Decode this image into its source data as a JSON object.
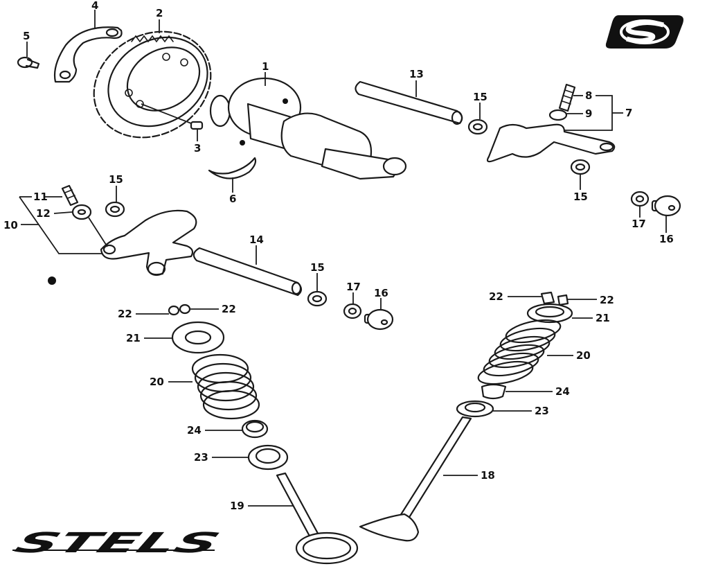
{
  "diagram": {
    "title": "Camshaft, rocker arms and valves exploded view",
    "logo_letter": "S",
    "brand_name": "STELS",
    "colors": {
      "ink": "#1a1a1a",
      "background": "#ffffff"
    },
    "callouts": {
      "c1": "1",
      "c2": "2",
      "c3": "3",
      "c4": "4",
      "c5": "5",
      "c6": "6",
      "c7": "7",
      "c8": "8",
      "c9": "9",
      "c10": "10",
      "c11": "11",
      "c12": "12",
      "c13": "13",
      "c14": "14",
      "c15a": "15",
      "c15b": "15",
      "c15c": "15",
      "c15d": "15",
      "c16a": "16",
      "c16b": "16",
      "c17a": "17",
      "c17b": "17",
      "c18": "18",
      "c19": "19",
      "c20a": "20",
      "c20b": "20",
      "c21a": "21",
      "c21b": "21",
      "c22a": "22",
      "c22b": "22",
      "c22c": "22",
      "c22d": "22",
      "c23a": "23",
      "c23b": "23",
      "c24a": "24",
      "c24b": "24"
    }
  }
}
